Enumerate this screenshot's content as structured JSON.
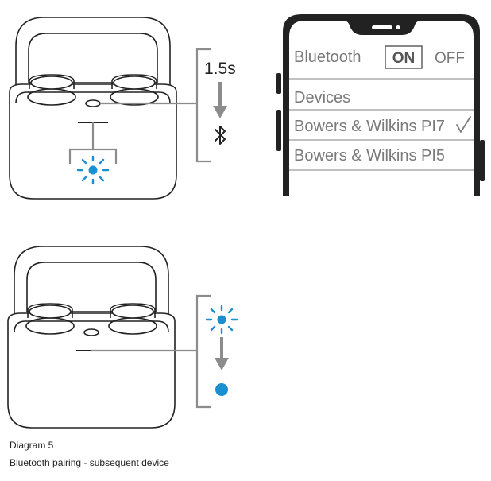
{
  "step1": {
    "press_duration": "1.5s",
    "bluetooth_symbol": "bluetooth-icon"
  },
  "phone": {
    "bluetooth_label": "Bluetooth",
    "on_label": "ON",
    "off_label": "OFF",
    "devices_header": "Devices",
    "devices": [
      {
        "name": "Bowers & Wilkins PI7",
        "connected": true
      },
      {
        "name": "Bowers & Wilkins PI5",
        "connected": false
      }
    ]
  },
  "colors": {
    "led_blue": "#1a8fd1",
    "line_gray": "#8c8c8c",
    "ink": "#222222"
  },
  "caption": {
    "title": "Diagram 5",
    "subtitle": "Bluetooth pairing - subsequent device"
  }
}
